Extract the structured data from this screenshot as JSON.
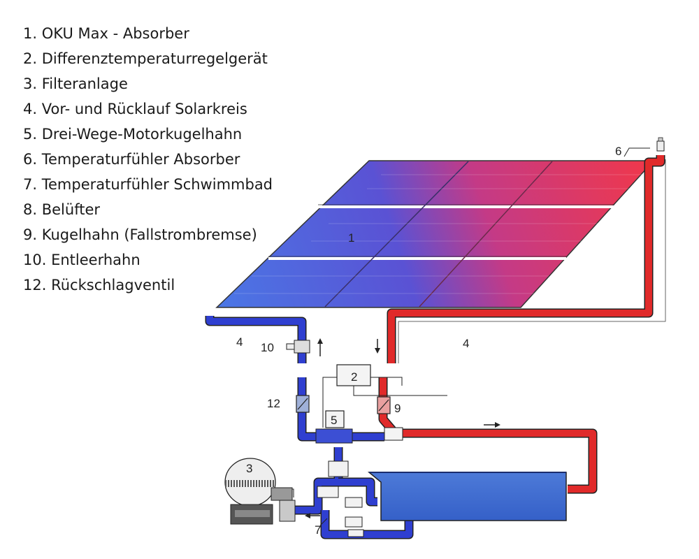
{
  "legend": [
    {
      "number": "1.",
      "text": "OKU Max - Absorber"
    },
    {
      "number": "2.",
      "text": "Differenztemperaturregelgerät"
    },
    {
      "number": "3.",
      "text": "Filteranlage"
    },
    {
      "number": "4.",
      "text": "Vor- und Rücklauf Solarkreis"
    },
    {
      "number": "5.",
      "text": "Drei-Wege-Motorkugelhahn"
    },
    {
      "number": "6.",
      "text": "Temperaturfühler Absorber"
    },
    {
      "number": "7.",
      "text": "Temperaturfühler Schwimmbad"
    },
    {
      "number": "8.",
      "text": "Belüfter"
    },
    {
      "number": "9.",
      "text": "Kugelhahn (Fallstrombremse)"
    },
    {
      "number": "10.",
      "text": "Entleerhahn"
    },
    {
      "number": "12.",
      "text": "Rückschlagventil"
    }
  ],
  "diagram_labels": {
    "absorber": "1",
    "controller": "2",
    "filter": "3",
    "supply_left": "4",
    "supply_right": "4",
    "valve_3way": "5",
    "sensor_absorber": "6",
    "sensor_pool": "7",
    "ball_valve": "9",
    "drain_valve": "10",
    "check_valve": "12"
  },
  "colors": {
    "cold": "#2f3fd0",
    "hot": "#e02a2a",
    "pool": "#3f6fd6",
    "panel_blue": "#4a6ee0",
    "panel_red": "#ef3a4a",
    "line": "#333333"
  }
}
